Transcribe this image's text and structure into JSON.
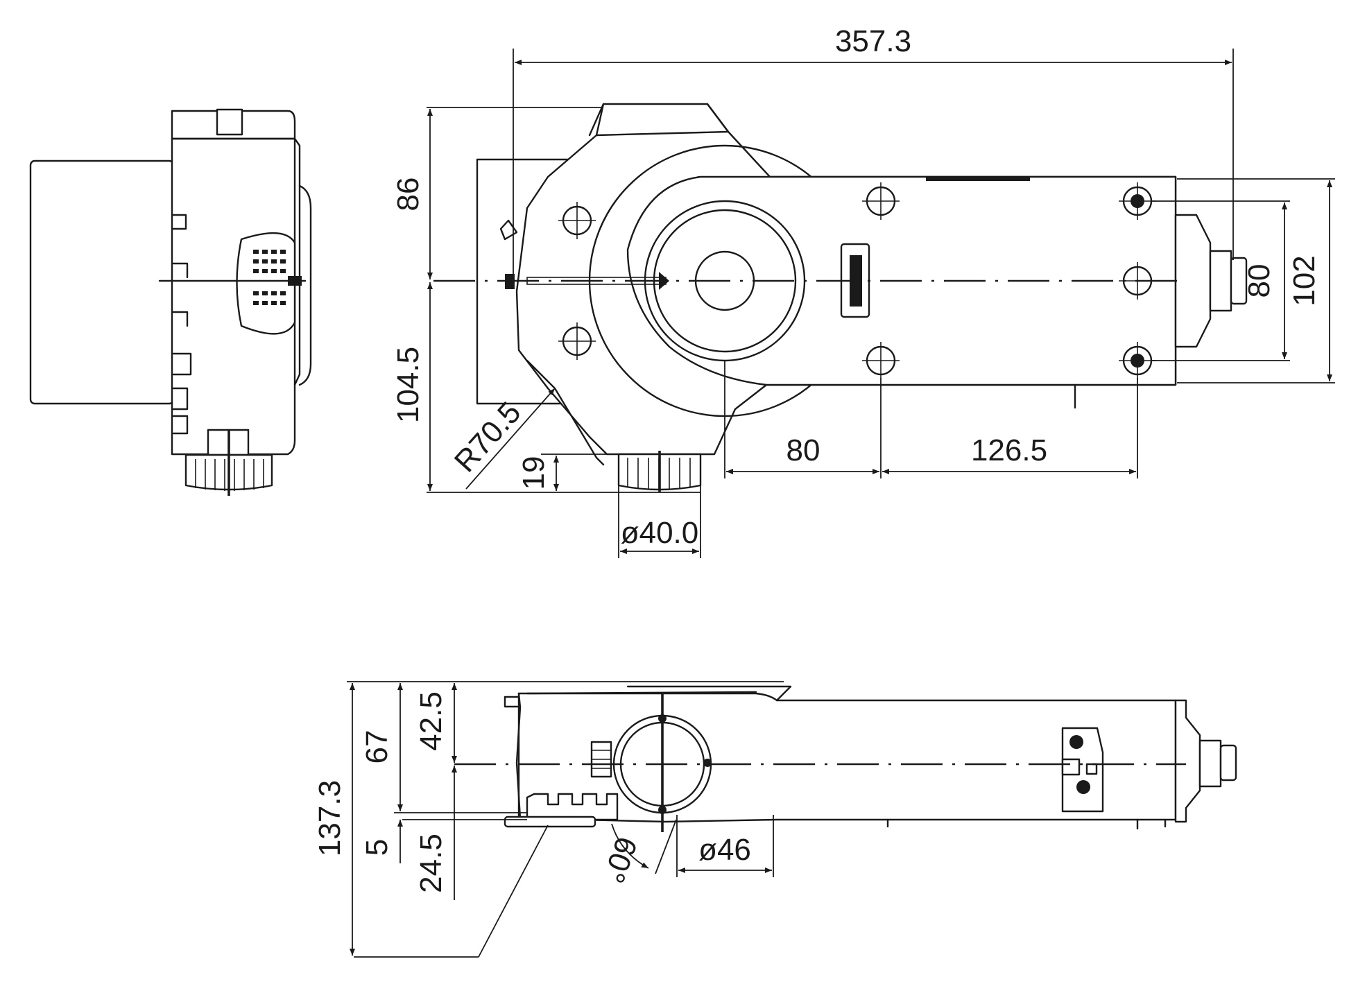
{
  "drawing": {
    "dimensions": {
      "overall_length": "357.3",
      "top_height": "86",
      "lower_height": "104.5",
      "radius": "R70.5",
      "offset_19": "19",
      "spindle_diameter": "ø40.0",
      "hole_spacing_80": "80",
      "hole_spacing_126": "126.5",
      "body_width_80": "80",
      "body_width_102": "102",
      "total_height": "137.3",
      "height_67": "67",
      "height_42": "42.5",
      "offset_5": "5",
      "depth_24": "24.5",
      "angle": "60°",
      "bottom_diameter": "ø46"
    }
  }
}
